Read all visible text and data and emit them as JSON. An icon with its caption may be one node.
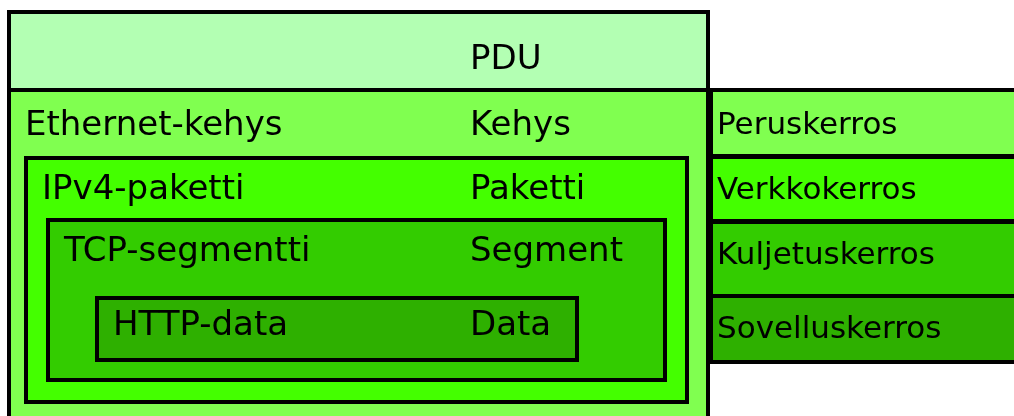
{
  "diagram": {
    "nodes": [
      {
        "text": [
          "PDU"
        ]
      },
      {
        "text": [
          "Ethernet-kehys",
          "Kehys"
        ]
      },
      {
        "text": [
          "IPv4-paketti",
          "Paketti"
        ],
        "in": 1
      },
      {
        "text": [
          "TCP-segmentti",
          "Segment"
        ],
        "in": 2
      },
      {
        "text": [
          "HTTP-data",
          "Data"
        ],
        "in": 3
      },
      {
        "text": [
          "Peruskerros"
        ]
      },
      {
        "text": [
          "Verkkokerros"
        ]
      },
      {
        "text": [
          "Kuljetuskerros"
        ]
      },
      {
        "text": [
          "Sovelluskerros"
        ]
      }
    ]
  }
}
